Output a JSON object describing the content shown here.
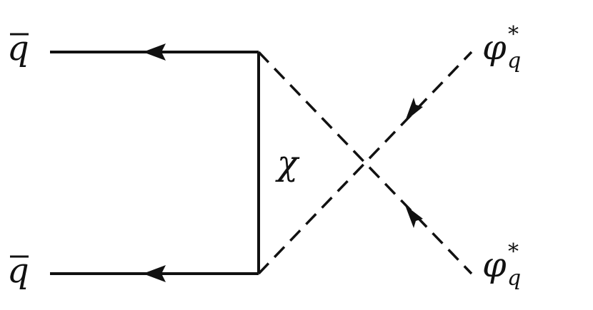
{
  "diagram": {
    "incoming_top": {
      "symbol": "q",
      "bar": true
    },
    "incoming_bottom": {
      "symbol": "q",
      "bar": true
    },
    "mediator": {
      "symbol": "χ"
    },
    "outgoing_top": {
      "symbol": "φ",
      "subscript": "q",
      "superscript": "*"
    },
    "outgoing_bottom": {
      "symbol": "φ",
      "subscript": "q",
      "superscript": "*"
    },
    "line_color": "#111111",
    "fermion_style": "solid",
    "scalar_style": "dashed"
  }
}
